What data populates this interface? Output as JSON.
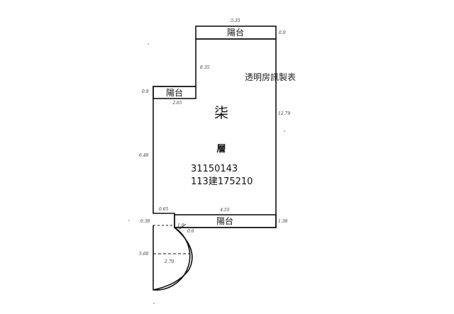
{
  "watermark": "透明房訊製表",
  "floor_label": "柒",
  "floor_suffix": "層",
  "code_line1": "31150143",
  "code_line2": "113建175210",
  "balconies": {
    "top": "陽台",
    "left": "陽台",
    "bottom": "陽台"
  },
  "dimensions": {
    "top_width": "5.35",
    "top_balcony_depth": "0.9",
    "left_balcony_depth": "0.9",
    "upper_left_wall": "8.35",
    "left_balcony_width": "2.65",
    "right_wall": "12.79",
    "left_wall": "6.48",
    "bottom_width": "4.55",
    "bottom_right": "1.38",
    "bottom_left_small": "0.65",
    "bottom_left_corner": "0.38",
    "arc_a": "1.0",
    "arc_b": "0.6",
    "arc_depth": "5.00",
    "arc_radius": "2.70"
  }
}
